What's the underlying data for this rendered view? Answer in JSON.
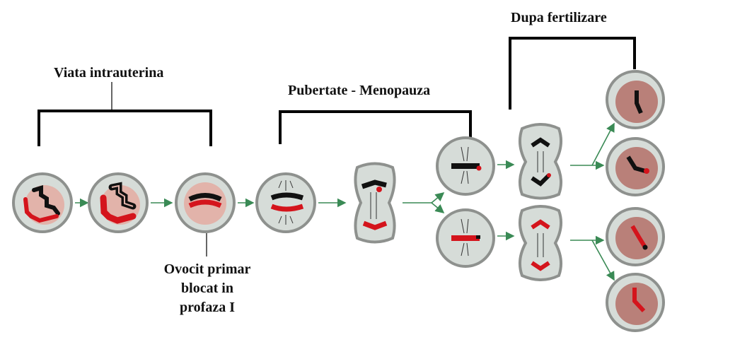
{
  "labels": {
    "viata": "Viata intrauterina",
    "pubertate": "Pubertate - Menopauza",
    "dupa": "Dupa fertilizare",
    "ovocit_line1": "Ovocit primar",
    "ovocit_line2": "blocat in",
    "ovocit_line3": "profaza I"
  },
  "colors": {
    "membrane": "#8e918e",
    "cytoplasm": "#d6dcd8",
    "nucleus_early": "#e2b3aa",
    "nucleus_late": "#b98079",
    "chrom_red": "#d4141c",
    "chrom_black": "#111111",
    "arrow": "#3a8a55"
  }
}
